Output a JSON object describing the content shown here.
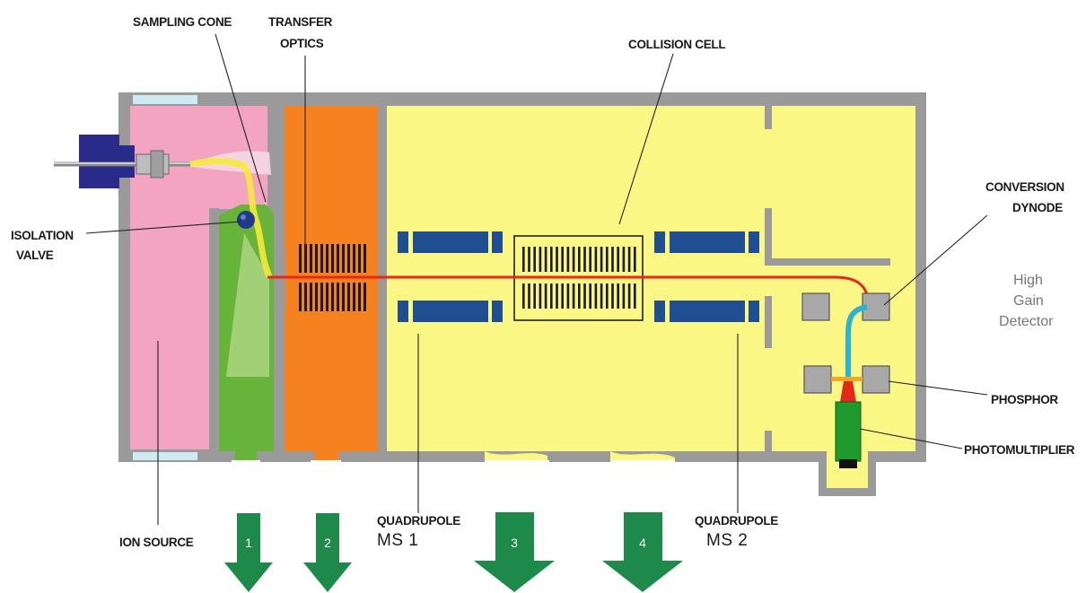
{
  "labels": {
    "sampling_cone": "SAMPLING CONE",
    "transfer_optics_line1": "TRANSFER",
    "transfer_optics_line2": "OPTICS",
    "collision_cell": "COLLISION CELL",
    "conversion_dynode_line1": "CONVERSION",
    "conversion_dynode_line2": "DYNODE",
    "high_gain_detector_line1": "High",
    "high_gain_detector_line2": "Gain",
    "high_gain_detector_line3": "Detector",
    "phosphor": "PHOSPHOR",
    "photomultiplier": "PHOTOMULTIPLIER",
    "isolation_valve_line1": "ISOLATION",
    "isolation_valve_line2": "VALVE",
    "ion_source": "ION SOURCE",
    "quadrupole_ms1_line1": "QUADRUPOLE",
    "quadrupole_ms1_line2": "MS 1",
    "quadrupole_ms2_line1": "QUADRUPOLE",
    "quadrupole_ms2_line2": "MS 2"
  },
  "pump_arrows": [
    "1",
    "2",
    "3",
    "4"
  ],
  "colors": {
    "housing": "#9a9a9a",
    "ion_source_chamber": "#f3a4c1",
    "interface_region": "#68b43a",
    "transfer_region": "#f6821f",
    "analyzer_region": "#fbf784",
    "quadrupole_rods": "#1f4e92",
    "ion_beam": "#e8271b",
    "dynode": "#a8a8a8",
    "pump_arrow": "#1e8a4a",
    "photomultiplier": "#1f9a2c",
    "conversion_path": "#2bb3d6"
  }
}
